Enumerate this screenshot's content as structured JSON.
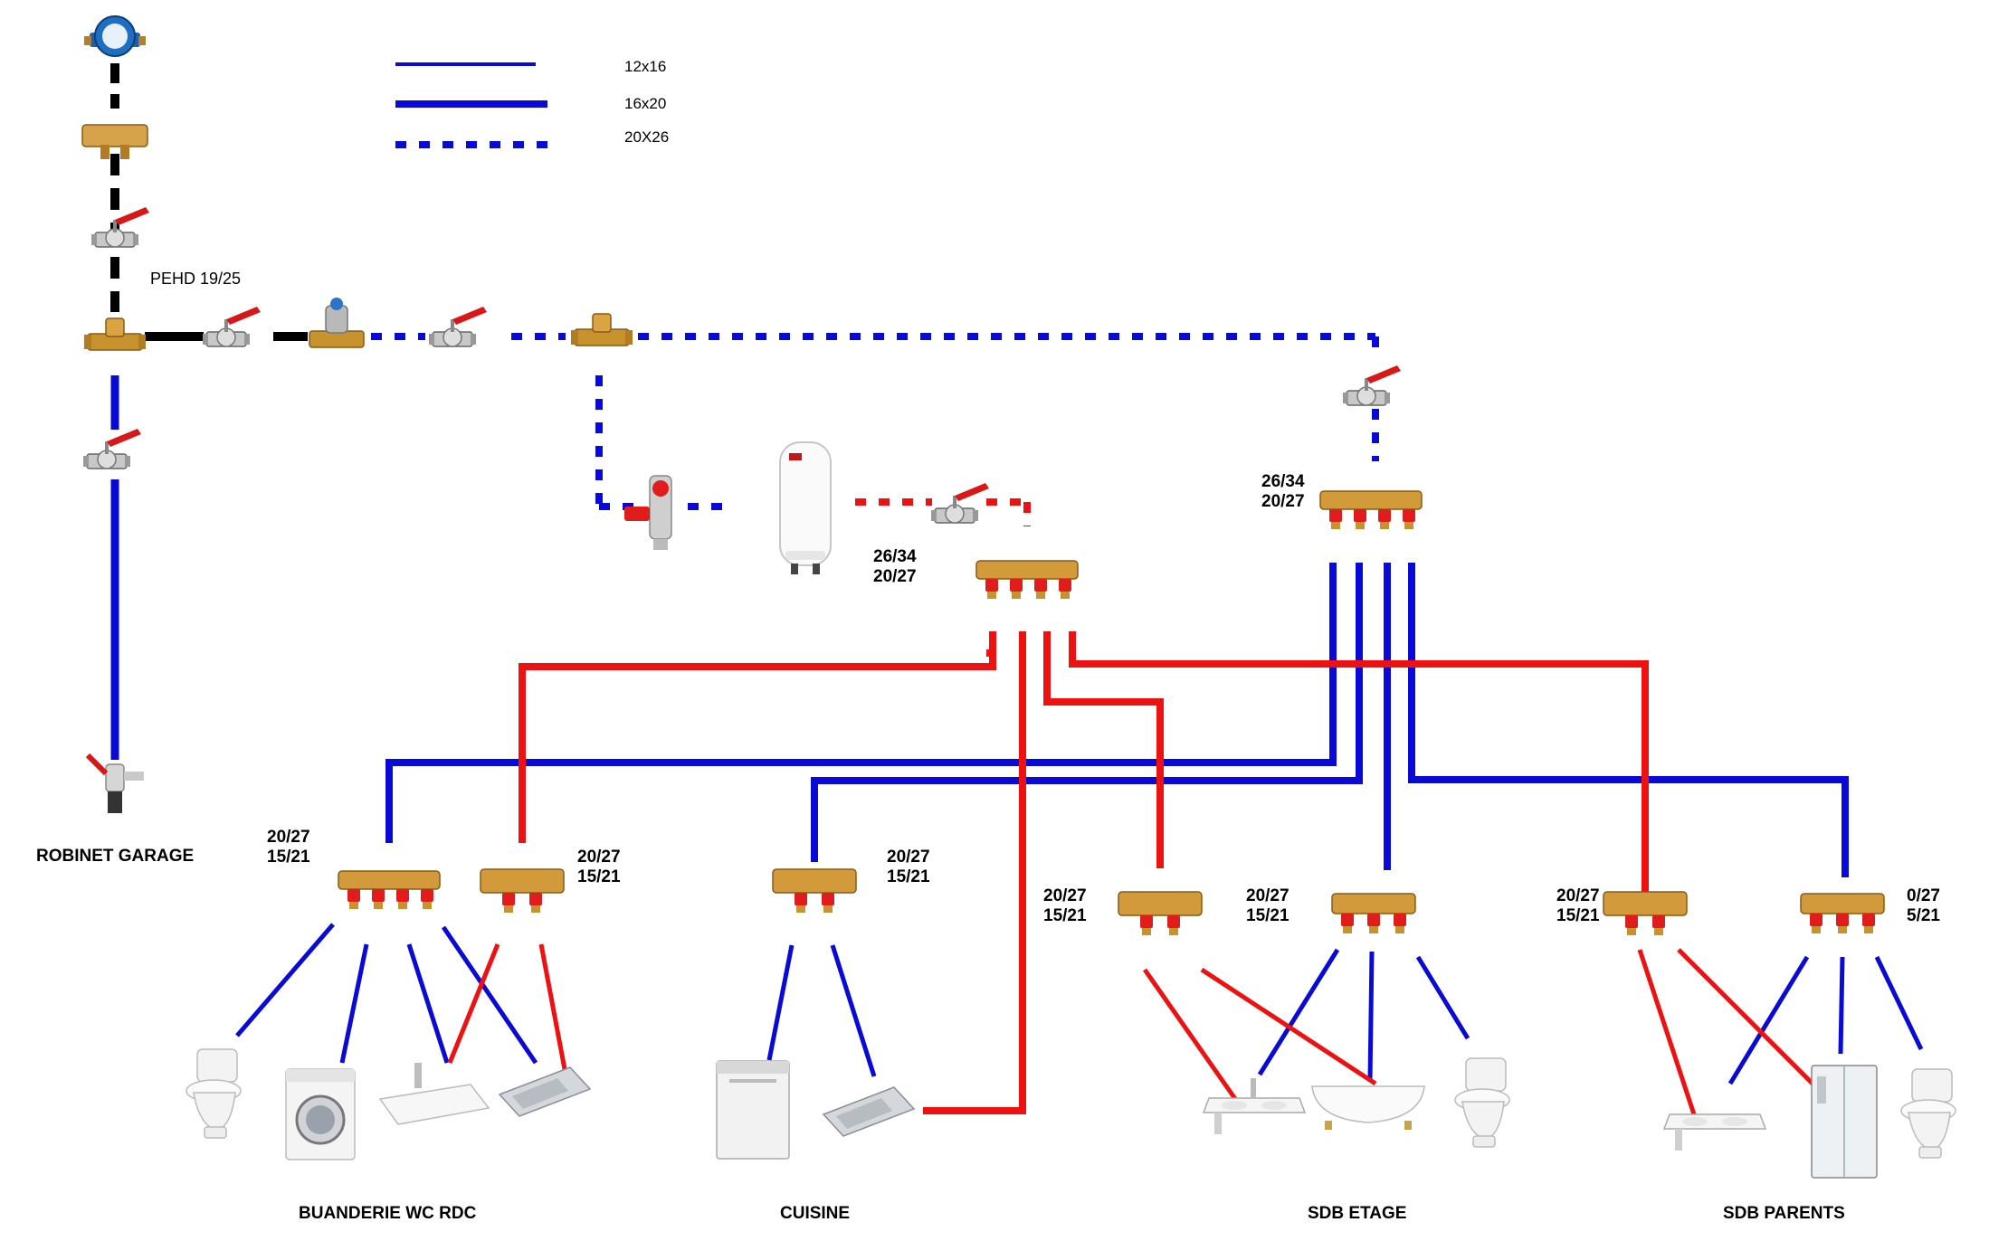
{
  "legend": [
    {
      "label": "12x16",
      "color": "#0a0ad8",
      "style": "thin"
    },
    {
      "label": "16x20",
      "color": "#0a0ad8",
      "style": "thick"
    },
    {
      "label": "20X26",
      "color": "#0a0ad8",
      "style": "dotted"
    }
  ],
  "colors": {
    "cold": "#0a0ad8",
    "hot": "#ee1111",
    "main": "#000000"
  },
  "labels": {
    "pehd": "PEHD 19/25",
    "robinet_garage": "ROBINET GARAGE",
    "buanderie": "BUANDERIE WC RDC",
    "cuisine": "CUISINE",
    "sdb_etage": "SDB ETAGE",
    "sdb_parents": "SDB PARENTS"
  },
  "manifold_sizes": {
    "hot_main": [
      "26/34",
      "20/27"
    ],
    "cold_main": [
      "26/34",
      "20/27"
    ],
    "buanderie_cold": [
      "20/27",
      "15/21"
    ],
    "buanderie_hot": [
      "20/27",
      "15/21"
    ],
    "cuisine_cold": [
      "20/27",
      "15/21"
    ],
    "sdb_etage_hot": [
      "20/27",
      "15/21"
    ],
    "sdb_etage_cold": [
      "20/27",
      "15/21"
    ],
    "sdb_parents_hot": [
      "20/27",
      "15/21"
    ],
    "sdb_parents_cold": [
      "0/27",
      "5/21"
    ]
  },
  "icons": [
    "water-meter-icon",
    "check-valve-icon",
    "ball-valve-icon",
    "tee-fitting-icon",
    "pressure-reducer-icon",
    "safety-group-icon",
    "water-heater-icon",
    "manifold-icon",
    "garden-tap-icon",
    "toilet-icon",
    "washing-machine-icon",
    "washbasin-icon",
    "sink-icon",
    "dishwasher-icon",
    "double-washbasin-icon",
    "bathtub-icon",
    "shower-cabin-icon"
  ]
}
